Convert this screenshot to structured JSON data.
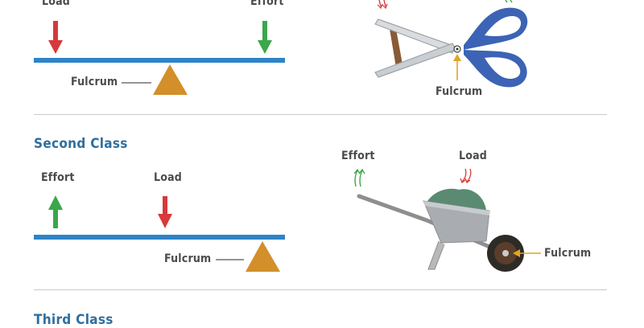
{
  "first_class": {
    "labels": {
      "load": "Load",
      "effort": "Effort",
      "fulcrum": "Fulcrum"
    },
    "example": {
      "fulcrum": "Fulcrum"
    }
  },
  "second_class": {
    "heading": "Second Class",
    "labels": {
      "effort": "Effort",
      "load": "Load",
      "fulcrum": "Fulcrum"
    },
    "example": {
      "effort": "Effort",
      "load": "Load",
      "fulcrum": "Fulcrum"
    }
  },
  "third_class": {
    "heading": "Third Class"
  },
  "colors": {
    "beam": "#2d84c7",
    "load_arrow": "#d8393a",
    "effort_arrow": "#3aa74a",
    "fulcrum": "#d28f2a",
    "heading": "#2f6f9e"
  }
}
